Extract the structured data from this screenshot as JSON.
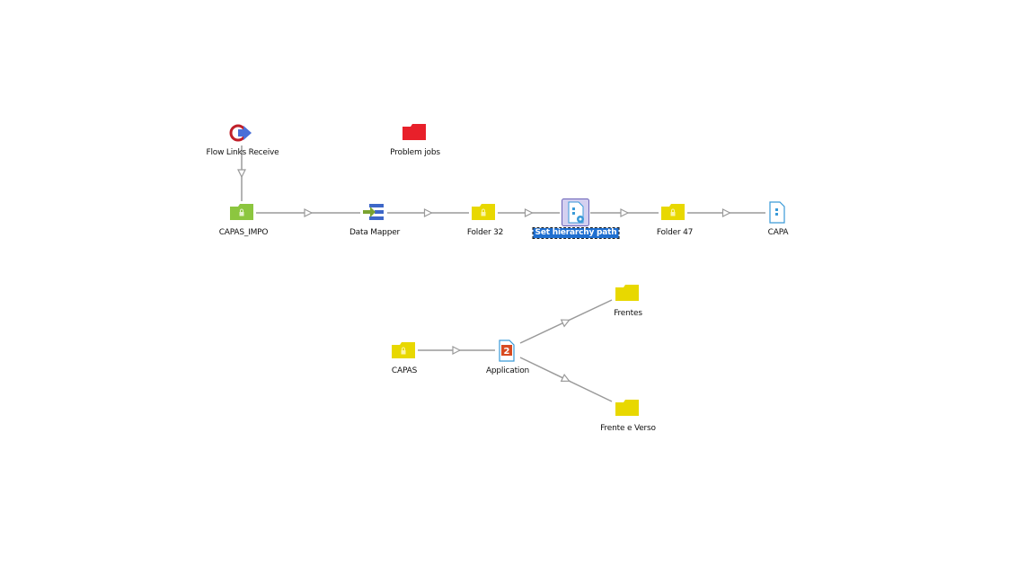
{
  "nodes": {
    "flow_links_receive": {
      "label": "Flow Links Receive",
      "icon": "flow-links-receive-icon"
    },
    "problem_jobs": {
      "label": "Problem jobs",
      "icon": "folder-icon",
      "color": "#e8202a"
    },
    "capas_impo": {
      "label": "CAPAS_IMPO",
      "icon": "locked-folder-icon",
      "color": "#8cc63f"
    },
    "data_mapper": {
      "label": "Data Mapper",
      "icon": "data-mapper-icon"
    },
    "folder_32": {
      "label": "Folder 32",
      "icon": "locked-folder-icon",
      "color": "#e8d800"
    },
    "set_hierarchy_path": {
      "label": "Set hierarchy path",
      "icon": "set-hierarchy-path-icon",
      "selected": true
    },
    "folder_47": {
      "label": "Folder 47",
      "icon": "locked-folder-icon",
      "color": "#e8d800"
    },
    "capa": {
      "label": "CAPA",
      "icon": "document-icon"
    },
    "capas": {
      "label": "CAPAS",
      "icon": "locked-folder-icon",
      "color": "#e8d800"
    },
    "application": {
      "label": "Application",
      "icon": "application-icon"
    },
    "frentes": {
      "label": "Frentes",
      "icon": "folder-icon",
      "color": "#e8d800"
    },
    "frente_e_verso": {
      "label": "Frente e Verso",
      "icon": "folder-icon",
      "color": "#e8d800"
    }
  },
  "colors": {
    "connector": "#9a9a9a",
    "selection": "#1f6fd0",
    "folder_yellow": "#e8d800",
    "folder_green": "#8cc63f",
    "folder_red": "#e8202a"
  }
}
